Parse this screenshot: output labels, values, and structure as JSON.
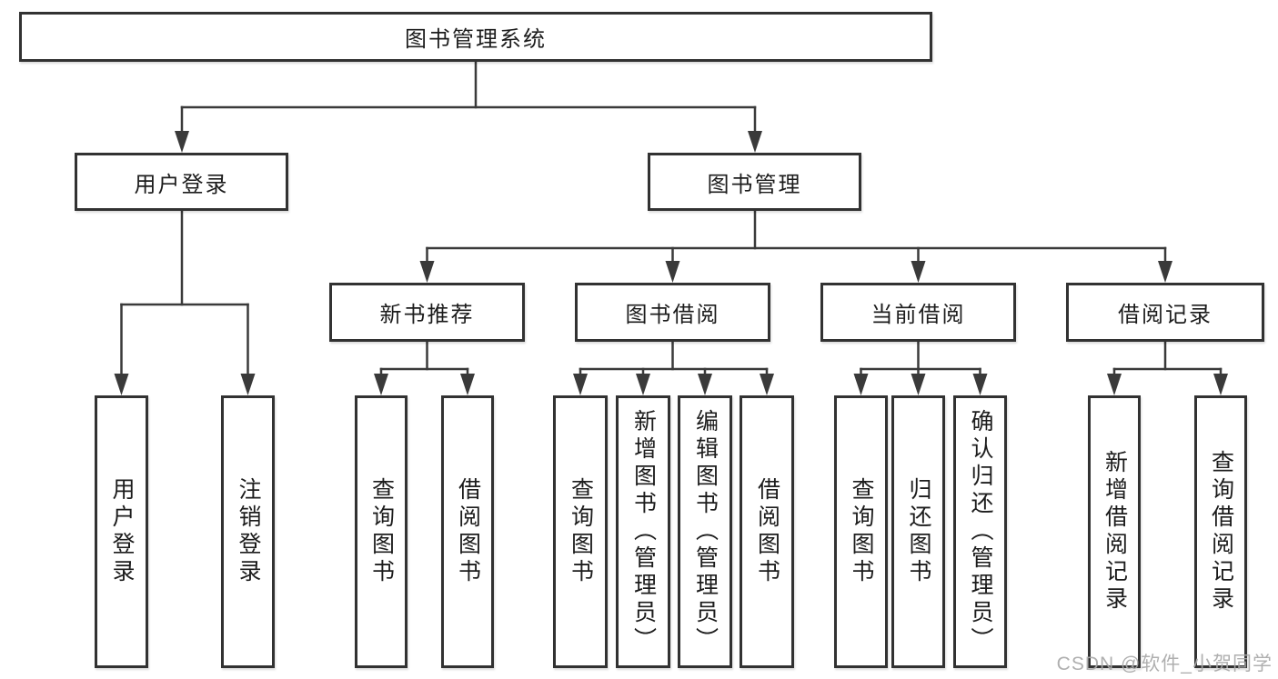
{
  "root": {
    "label": "图书管理系统"
  },
  "branches": [
    {
      "label": "用户登录",
      "children": [
        "用户登录",
        "注销登录"
      ]
    },
    {
      "label": "图书管理",
      "children": [
        {
          "label": "新书推荐",
          "children": [
            "查询图书",
            "借阅图书"
          ]
        },
        {
          "label": "图书借阅",
          "children": [
            "查询图书",
            "新增图书（管理员）",
            "编辑图书（管理员）",
            "借阅图书"
          ]
        },
        {
          "label": "当前借阅",
          "children": [
            "查询图书",
            "归还图书",
            "确认归还（管理员）"
          ]
        },
        {
          "label": "借阅记录",
          "children": [
            "新增借阅记录",
            "查询借阅记录"
          ]
        }
      ]
    }
  ],
  "watermark": "CSDN @软件_小贺同学",
  "colors": {
    "background": "#ffffff",
    "line": "#3a3a3a",
    "box_border": "#323232",
    "text": "#1c1c1c",
    "watermark": "#a8a8a8"
  }
}
